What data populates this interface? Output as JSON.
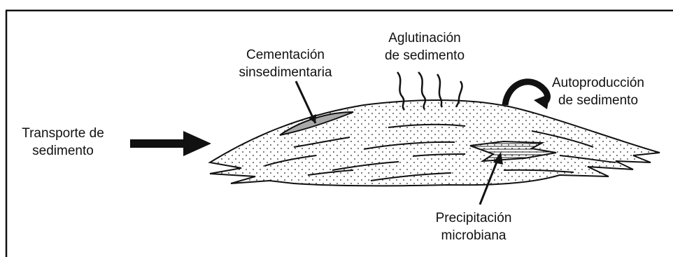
{
  "labels": {
    "transport_line1": "Transporte de",
    "transport_line2": "sedimento",
    "cementation_line1": "Cementación",
    "cementation_line2": "sinsedimentaria",
    "agglutination_line1": "Aglutinación",
    "agglutination_line2": "de sedimento",
    "autoproduction_line1": "Autoproducción",
    "autoproduction_line2": "de sedimento",
    "precipitation_line1": "Precipitación",
    "precipitation_line2": "microbiana"
  },
  "colors": {
    "ink": "#111111",
    "mat_fill": "#f7f7f7",
    "cement_fill": "#a9a9a9",
    "background": "#ffffff"
  },
  "icons": {
    "transport": "thick-right-arrow-icon",
    "autoproduction": "curved-arrow-icon",
    "agglutination": "wavy-filaments-icon"
  }
}
